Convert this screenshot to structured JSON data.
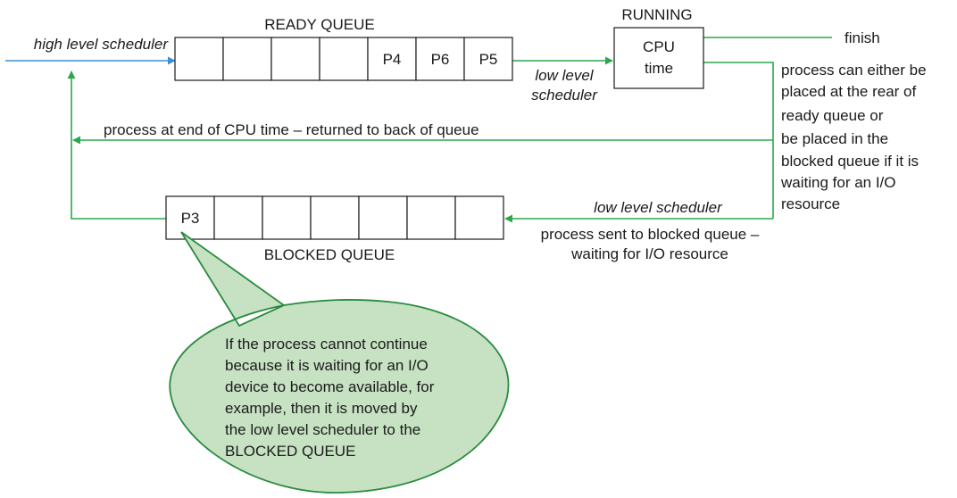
{
  "ready_queue": {
    "label": "READY QUEUE",
    "cells": [
      "",
      "",
      "",
      "",
      "P4",
      "P6",
      "P5"
    ]
  },
  "blocked_queue": {
    "label": "BLOCKED QUEUE",
    "cells": [
      "P3",
      "",
      "",
      "",
      "",
      "",
      ""
    ]
  },
  "running": {
    "label": "RUNNING",
    "box_lines": [
      "CPU",
      "time"
    ]
  },
  "finish_label": "finish",
  "high_level_scheduler": "high level scheduler",
  "low_level_scheduler_top": [
    "low level",
    "scheduler"
  ],
  "low_level_scheduler_right": "low level scheduler",
  "return_label": "process at end of CPU time – returned to back of queue",
  "blocked_sent_label": [
    "process sent to blocked queue –",
    "waiting for I/O resource"
  ],
  "placement_note": [
    "process can either be",
    "placed at the rear of",
    "ready queue or",
    "be placed in the",
    "blocked queue if it is",
    "waiting for an I/O",
    "resource"
  ],
  "callout": [
    "If the process cannot continue",
    "because it is waiting for an I/O",
    "device to become available, for",
    "example, then it is moved by",
    "the low level scheduler to the",
    "BLOCKED QUEUE"
  ],
  "colors": {
    "flow_arrow": "#2aa84a",
    "entry_arrow": "#3a8fd6",
    "callout_fill": "#c7e2c3",
    "callout_border": "#2a8b3f"
  }
}
